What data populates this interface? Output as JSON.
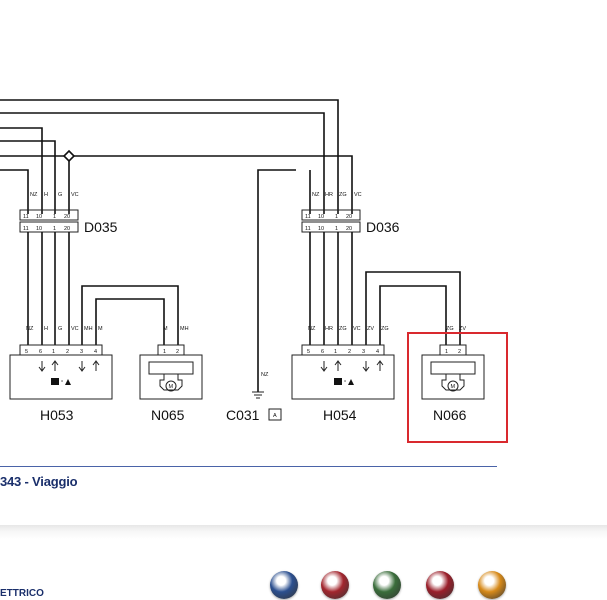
{
  "diagram": {
    "splice_left": {
      "code": "D035",
      "top_pins": [
        "11",
        "10",
        "1",
        "20"
      ],
      "bottom_pins": [
        "11",
        "10",
        "1",
        "20"
      ],
      "wires": [
        "NZ",
        "H",
        "G",
        "VC"
      ]
    },
    "splice_right": {
      "code": "D036",
      "top_pins": [
        "11",
        "10",
        "1",
        "20"
      ],
      "bottom_pins": [
        "11",
        "10",
        "1",
        "20"
      ],
      "wires": [
        "NZ",
        "HR",
        "ZG",
        "VC"
      ]
    },
    "components": [
      {
        "code": "H053",
        "pins": [
          "5",
          "6",
          "1",
          "2",
          "3",
          "4"
        ],
        "wires": [
          "NZ",
          "H",
          "G",
          "VC",
          "MH",
          "M"
        ]
      },
      {
        "code": "N065",
        "pins": [
          "1",
          "2"
        ],
        "wires": [
          "M",
          "MH"
        ]
      },
      {
        "code": "C031",
        "badge": "A",
        "wire": "NZ"
      },
      {
        "code": "H054",
        "pins": [
          "5",
          "6",
          "1",
          "2",
          "3",
          "4"
        ],
        "wires": [
          "NZ",
          "HR",
          "ZG",
          "VC",
          "ZV",
          "ZG"
        ]
      },
      {
        "code": "N066",
        "pins": [
          "1",
          "2"
        ],
        "wires": [
          "ZG",
          "ZV"
        ]
      }
    ],
    "highlight_color": "#d9292e",
    "wire_color": "#111111"
  },
  "caption": "343 - Viaggio",
  "footer": {
    "label": "ETTRICO"
  },
  "brands": [
    {
      "name": "lancia-logo",
      "color": "#2b4f8f"
    },
    {
      "name": "fiat-logo",
      "color": "#a2262e"
    },
    {
      "name": "alfa-romeo-logo",
      "color": "#3a6d3b"
    },
    {
      "name": "fiat-professional-logo",
      "color": "#9a1f2a"
    },
    {
      "name": "abarth-logo",
      "color": "#d78a1a"
    }
  ]
}
